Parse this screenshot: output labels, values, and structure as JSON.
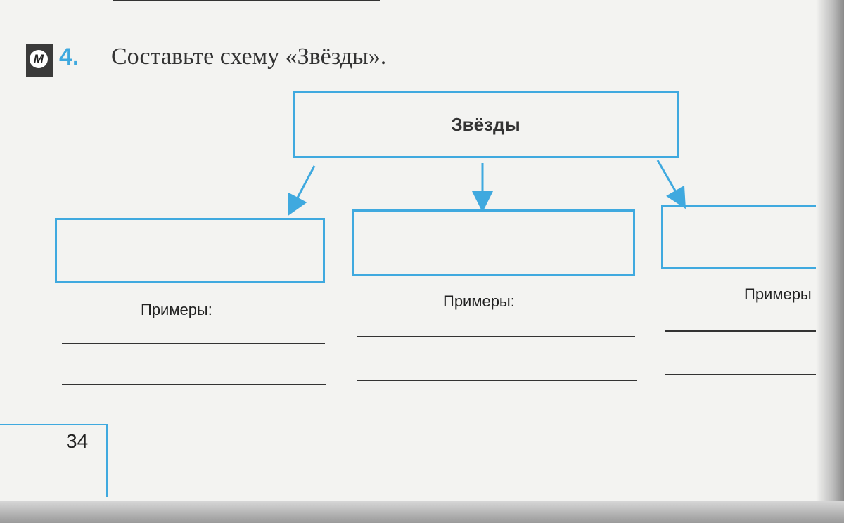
{
  "exercise": {
    "badge": "М",
    "number": "4.",
    "instruction": "Составьте схему «Звёзды»."
  },
  "diagram": {
    "root": "Звёзды",
    "examples_label": "Примеры:",
    "examples_label_cropped": "Примеры"
  },
  "page_number": "34",
  "colors": {
    "accent": "#3fa9df",
    "text": "#222222"
  }
}
